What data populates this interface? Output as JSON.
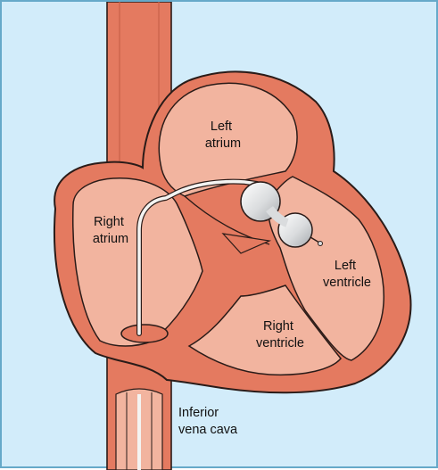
{
  "colors": {
    "background": "#d2ecfa",
    "border": "#66a9c9",
    "tissue": "#e47a60",
    "chamber": "#f2b49f",
    "outline": "#2a1b18",
    "balloon": "#d9dbdd",
    "catheter": "#f4f4f2"
  },
  "labels": {
    "left_atrium": [
      "Left",
      "atrium"
    ],
    "right_atrium": [
      "Right",
      "atrium"
    ],
    "left_ventricle": [
      "Left",
      "ventricle"
    ],
    "right_ventricle": [
      "Right",
      "ventricle"
    ],
    "inferior_vena_cava": [
      "Inferior",
      "vena cava"
    ]
  }
}
